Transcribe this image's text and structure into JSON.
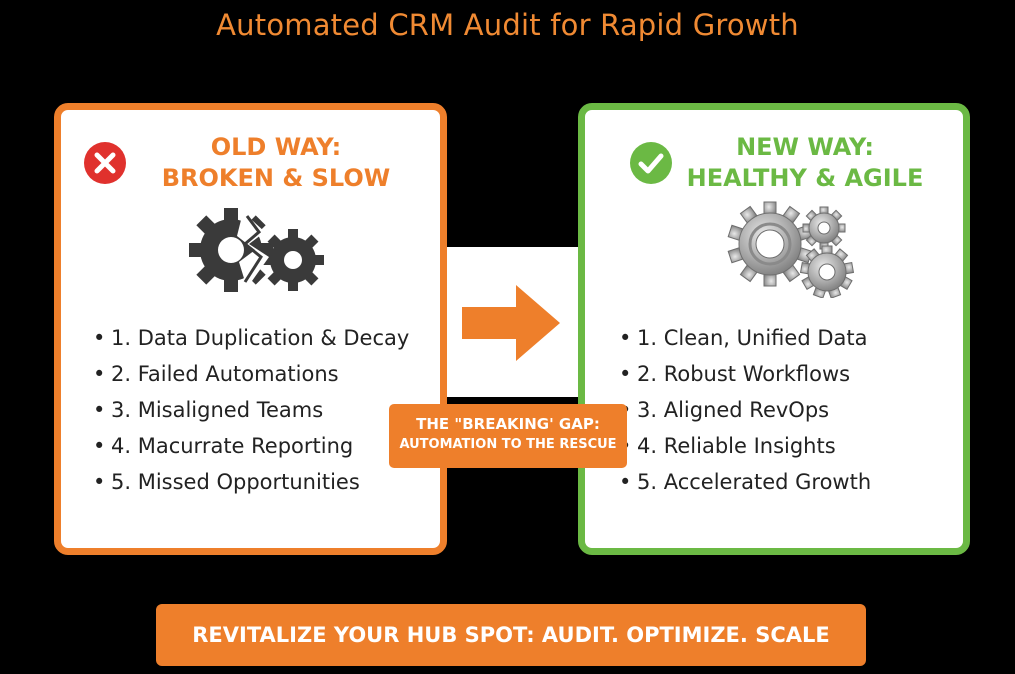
{
  "title": "Automated CRM Audit for Rapid Growth",
  "colors": {
    "accent_orange": "#ee7f2b",
    "accent_green": "#6bb944",
    "error_red": "#e0312d",
    "background": "#000000"
  },
  "old_way": {
    "icon": "x-circle-icon",
    "heading_line1": "OLD WAY:",
    "heading_line2": "BROKEN & SLOW",
    "illustration": "broken-gears-icon",
    "items": [
      "1. Data Duplication & Decay",
      "2. Failed Automations",
      "3. Misaligned Teams",
      "4. Macurrate Reporting",
      "5. Missed Opportunities"
    ]
  },
  "new_way": {
    "icon": "check-circle-icon",
    "heading_line1": "NEW WAY:",
    "heading_line2": "HEALTHY & AGILE",
    "illustration": "working-gears-icon",
    "items": [
      "1. Clean, Unified Data",
      "2. Robust Workflows",
      "3. Aligned RevOps",
      "4. Reliable Insights",
      "5. Accelerated Growth"
    ]
  },
  "gap": {
    "line1": "THE \"BREAKING' GAP:",
    "line2": "AUTOMATION TO THE RESCUE"
  },
  "cta": "REVITALIZE YOUR HUB SPOT: AUDIT. OPTIMIZE. SCALE"
}
